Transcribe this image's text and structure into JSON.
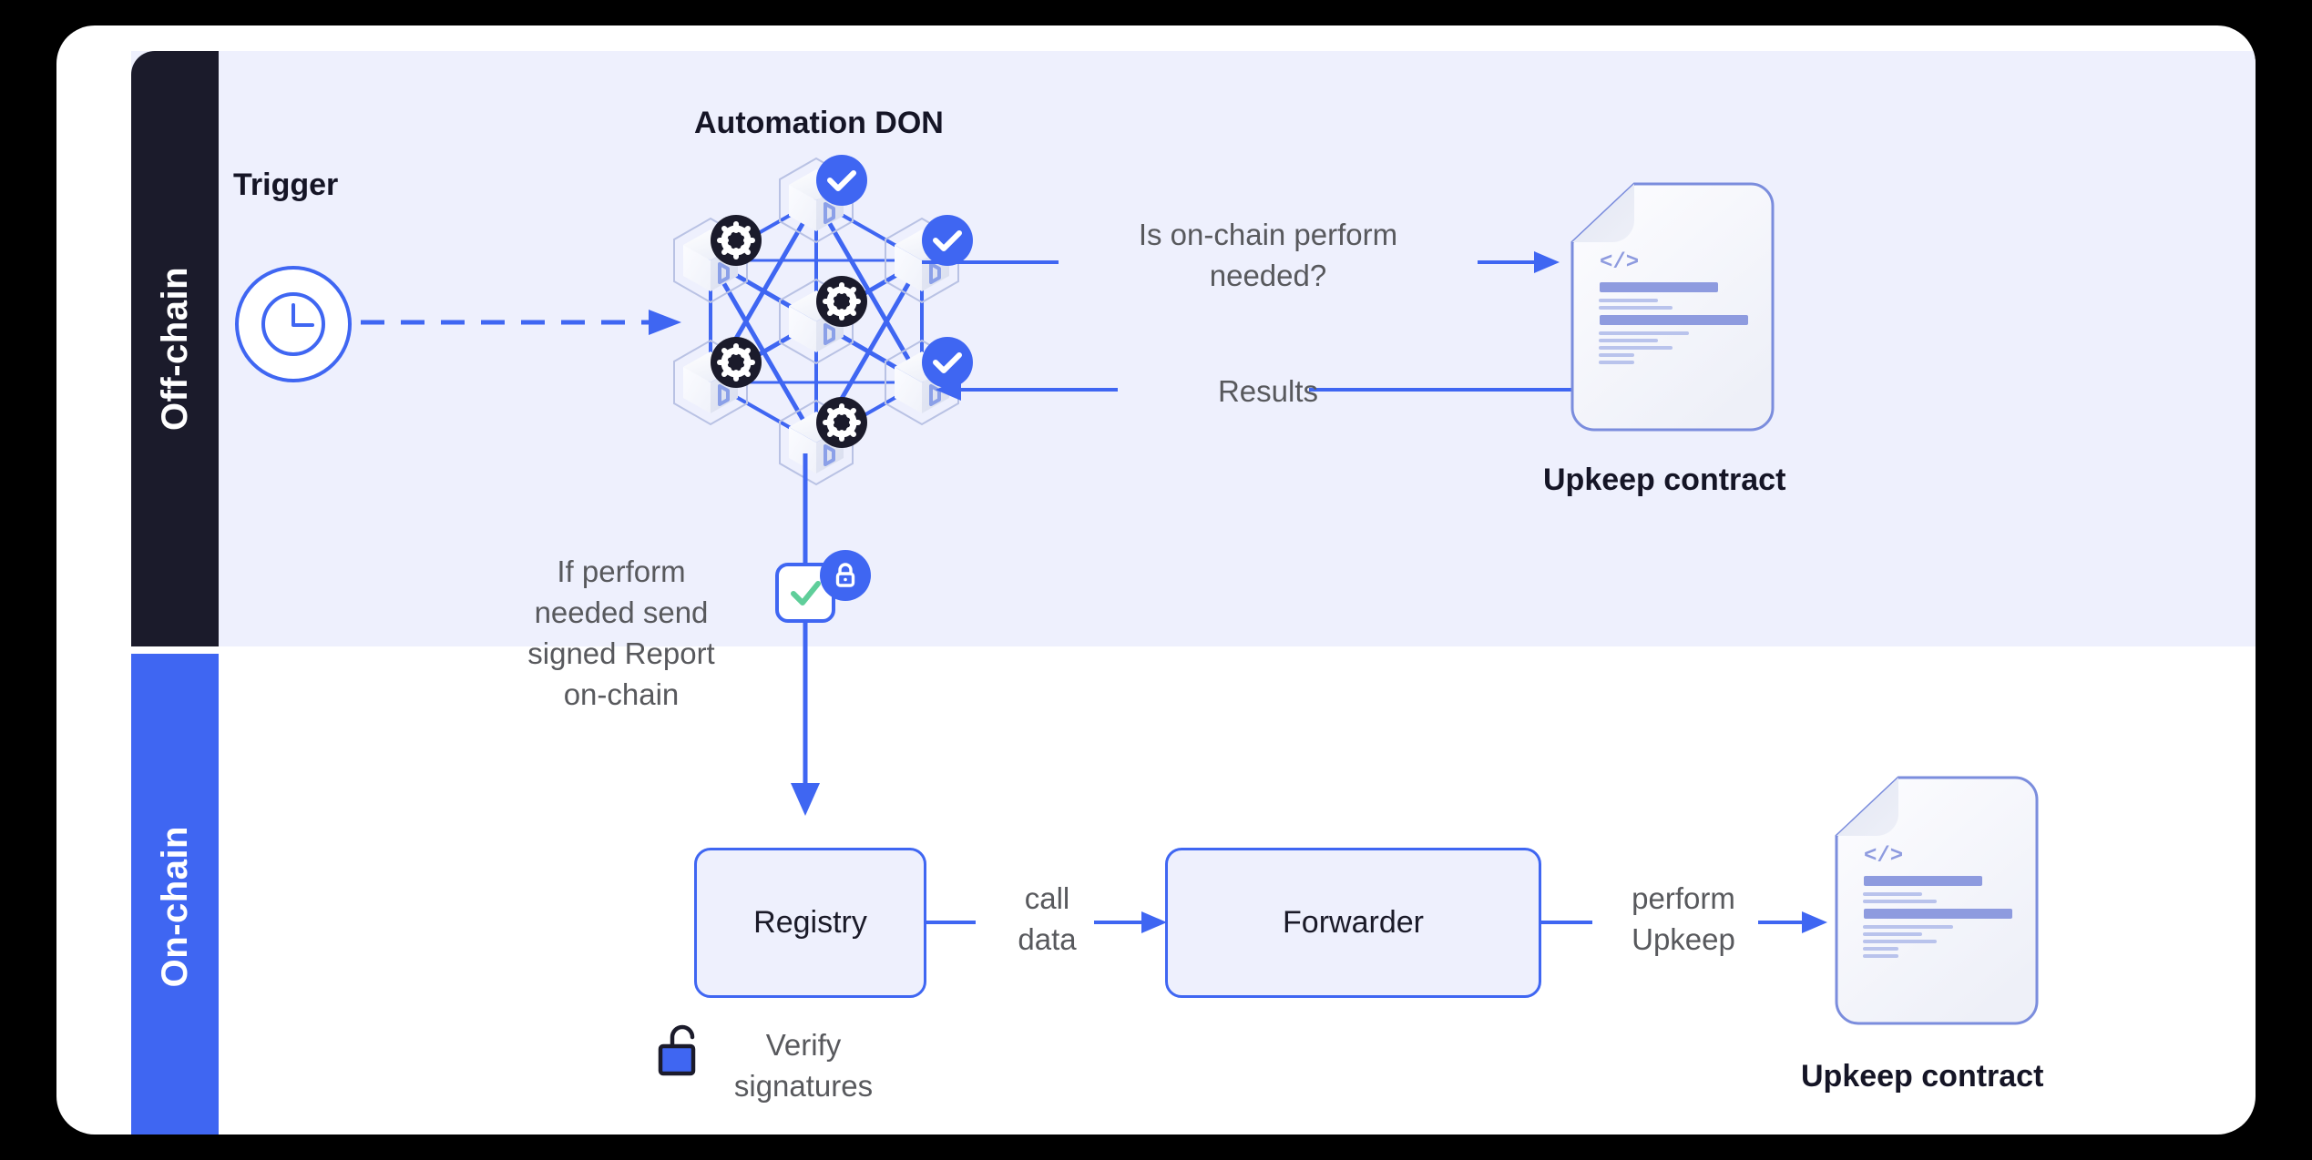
{
  "diagram": {
    "title": "Chainlink Automation architecture",
    "rails": [
      {
        "key": "offchain",
        "label": "Off-chain",
        "bg": "#1b1b2b",
        "text": "#ffffff"
      },
      {
        "key": "onchain",
        "label": "On-chain",
        "bg": "#3f66f2",
        "text": "#ffffff"
      }
    ],
    "colors": {
      "accent_blue": "#3f66f2",
      "band_lavender": "#eef0fd",
      "dark_navy": "#1b1b2b",
      "gray_text": "#58595d",
      "green_check": "#5fce9a",
      "doc_line": "#8e9bdf",
      "card_white": "#ffffff",
      "page_black": "#000000"
    },
    "offchain": {
      "trigger_label": "Trigger",
      "trigger_icon": "clock-icon",
      "don_title": "Automation DON",
      "don_nodes": [
        {
          "id": "top",
          "badge": "check-badge"
        },
        {
          "id": "upper-left",
          "badge": "gear-badge"
        },
        {
          "id": "upper-right",
          "badge": "check-badge"
        },
        {
          "id": "center",
          "badge": "gear-badge"
        },
        {
          "id": "lower-left",
          "badge": "gear-badge"
        },
        {
          "id": "lower-right",
          "badge": "check-badge"
        },
        {
          "id": "bottom",
          "badge": "gear-badge"
        }
      ],
      "edge_query": "Is on-chain perform\nneeded?",
      "edge_results": "Results",
      "upkeep_contract_label": "Upkeep contract",
      "send_report_label": "If perform\nneeded send\nsigned Report\non-chain",
      "signed_report_icon": "signed-report-check-icon",
      "signed_report_lock_icon": "lock-closed-icon"
    },
    "onchain": {
      "registry_label": "Registry",
      "forwarder_label": "Forwarder",
      "call_data_label": "call\ndata",
      "perform_upkeep_label": "perform\nUpkeep",
      "verify_signatures_label": "Verify\nsignatures",
      "verify_icon": "lock-open-icon",
      "upkeep_contract_label": "Upkeep contract"
    }
  }
}
